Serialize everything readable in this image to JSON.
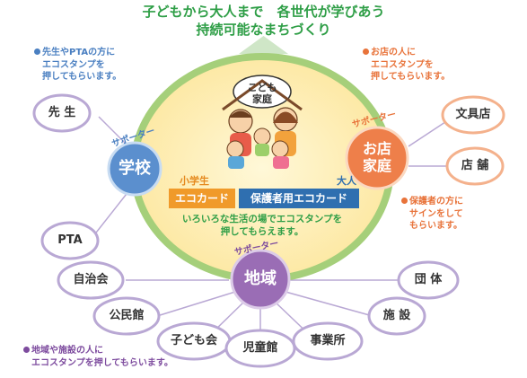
{
  "title": {
    "line1": "子どもから大人まで　各世代が学びあう",
    "line2": "持続可能なまちづくり"
  },
  "center": {
    "home_label_1": "こども",
    "home_label_2": "家庭",
    "child_label": "小学生",
    "adult_label": "大人",
    "child_card": "エコカード",
    "adult_card": "保護者用エコカード",
    "caption_1": "いろいろな生活の場でエコスタンプを",
    "caption_2": "押してもらえます。"
  },
  "school": {
    "name": "学校",
    "supporter": "サポーター",
    "note_1": "先生やPTAの方に",
    "note_2": "エコスタンプを",
    "note_3": "押してもらいます。",
    "nodes": [
      "先 生",
      "PTA"
    ]
  },
  "shop": {
    "name_1": "お店",
    "name_2": "家庭",
    "supporter": "サポーター",
    "note_top_1": "お店の人に",
    "note_top_2": "エコスタンプを",
    "note_top_3": "押してもらいます。",
    "note_bottom_1": "保護者の方に",
    "note_bottom_2": "サインをして",
    "note_bottom_3": "もらいます。",
    "nodes": [
      "文具店",
      "店 舗"
    ]
  },
  "community": {
    "name": "地域",
    "supporter": "サポーター",
    "note_1": "地域や施設の人に",
    "note_2": "エコスタンプを押してもらいます。",
    "nodes": [
      "自治会",
      "公民館",
      "子ども会",
      "児童館",
      "事業所",
      "施 設",
      "団 体"
    ]
  },
  "colors": {
    "green": "#2e9e46",
    "blue_hub": "#5b8fce",
    "orange_hub": "#ee7f4a",
    "purple_hub": "#9a6db5",
    "card_orange": "#f09a2a",
    "card_blue": "#2f6fb0"
  }
}
